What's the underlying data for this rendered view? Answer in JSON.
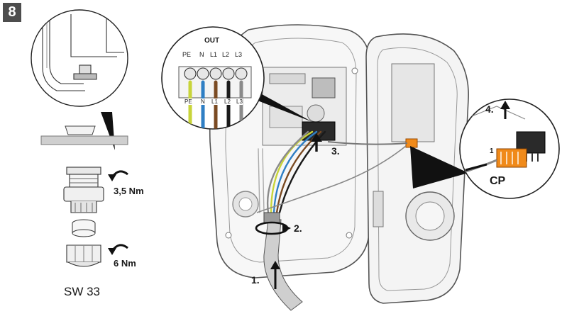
{
  "step_number": "8",
  "torque_upper": "3,5 Nm",
  "torque_lower": "6 Nm",
  "wrench_size": "SW 33",
  "out_label": "OUT",
  "terminals_top": [
    "PE",
    "N",
    "L1",
    "L2",
    "L3"
  ],
  "terminals_bottom": [
    "PE",
    "N",
    "L1",
    "L2",
    "L3"
  ],
  "steps": {
    "s1": "1.",
    "s2": "2.",
    "s3": "3.",
    "s4": "4."
  },
  "cp_label": "CP",
  "cp_pin_number": "1",
  "wire_colors": {
    "pe": "#c8d43a",
    "n": "#2f7fc4",
    "l1": "#7a4a22",
    "l2": "#1a1a1a",
    "l3": "#8a8a8a",
    "cp": "#f08a1a"
  }
}
